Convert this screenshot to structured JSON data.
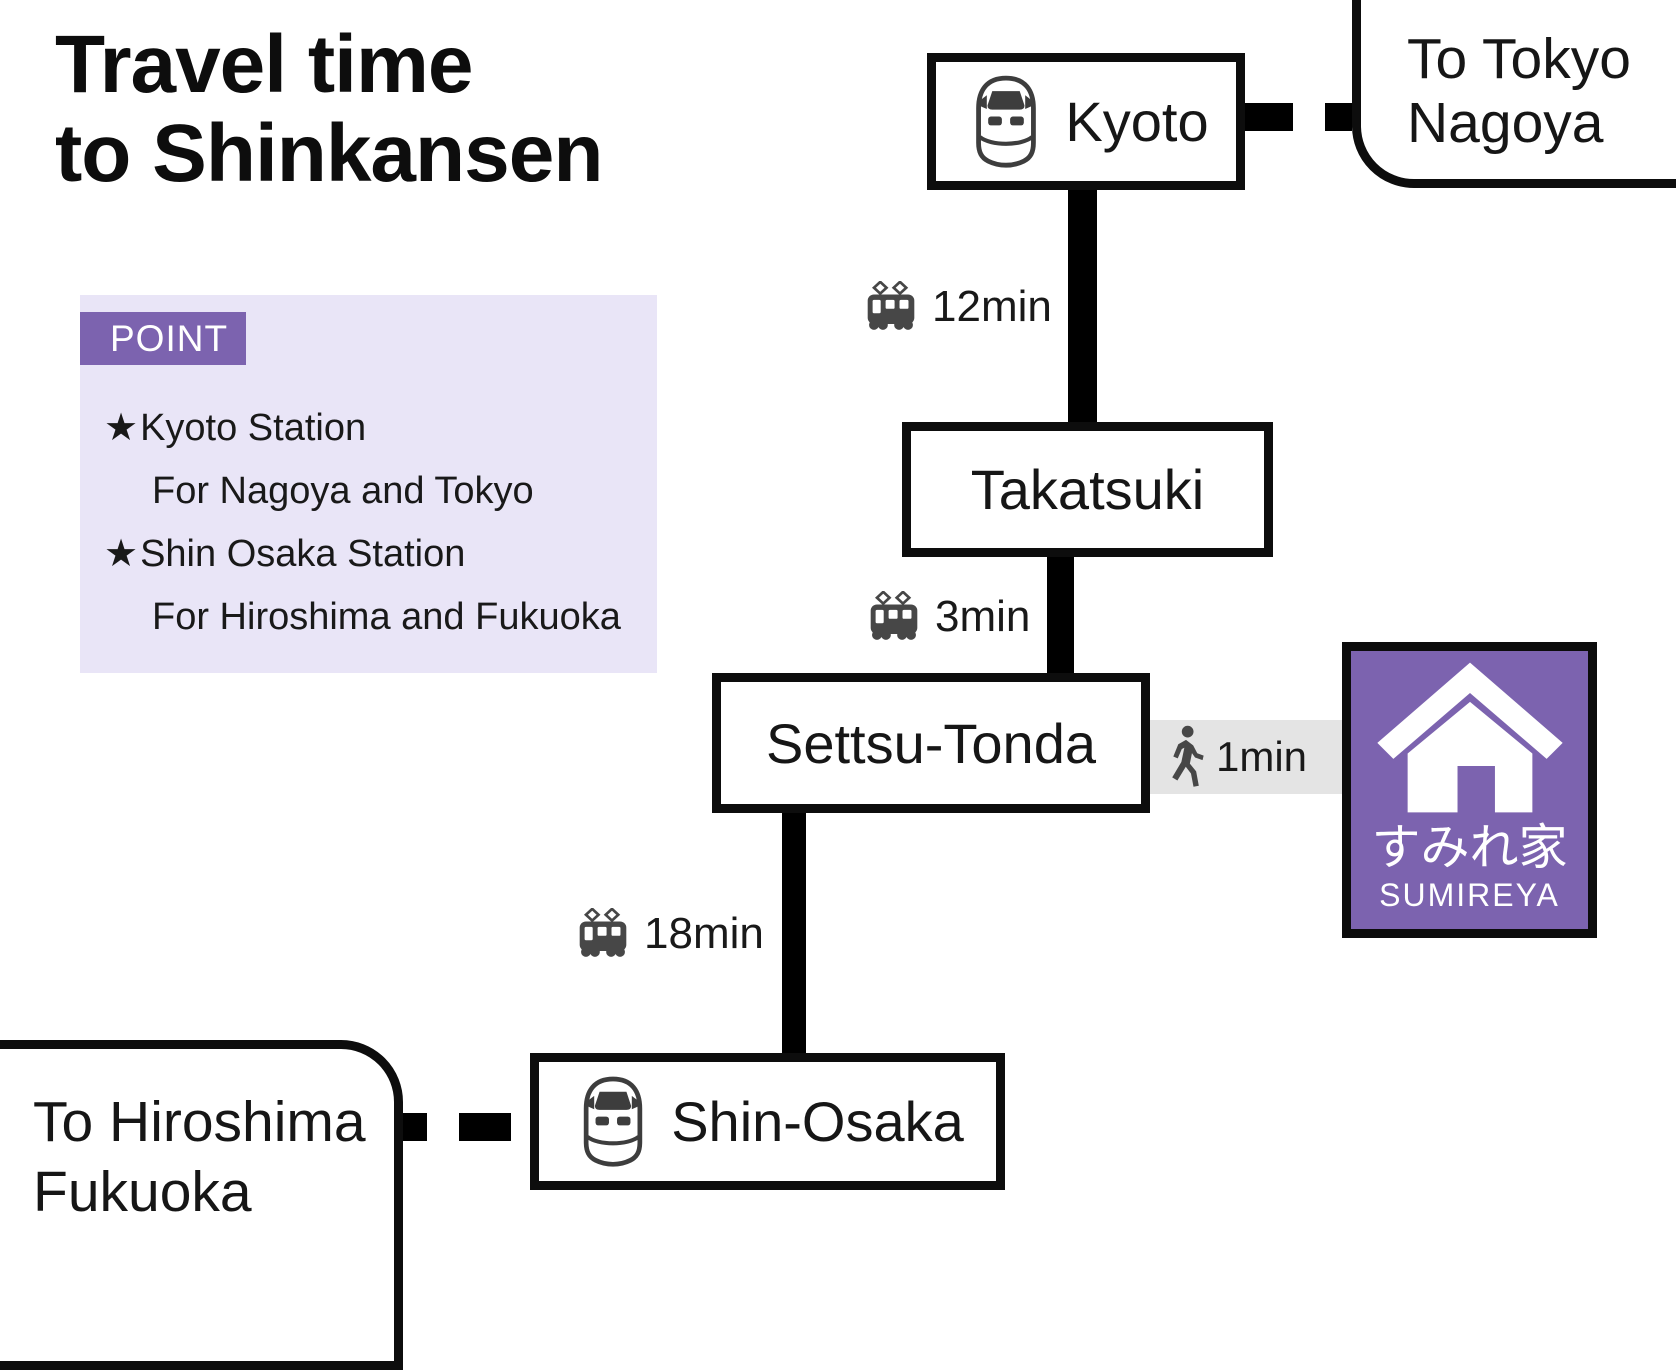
{
  "title": {
    "line1": "Travel time",
    "line2": "to Shinkansen"
  },
  "point_panel": {
    "header": "POINT",
    "items": [
      {
        "prefix": "★",
        "label": "Kyoto Station"
      },
      {
        "prefix": "",
        "label": "For Nagoya and Tokyo"
      },
      {
        "prefix": "★",
        "label": "Shin Osaka Station"
      },
      {
        "prefix": "",
        "label": "For Hiroshima and Fukuoka"
      }
    ]
  },
  "stations": {
    "kyoto": "Kyoto",
    "takatsuki": "Takatsuki",
    "settsu_tonda": "Settsu-Tonda",
    "shin_osaka": "Shin-Osaka"
  },
  "terminals": {
    "tokyo": {
      "line1": "To Tokyo",
      "line2": "Nagoya"
    },
    "hiroshima": {
      "line1": "To Hiroshima",
      "line2": "Fukuoka"
    }
  },
  "segments": {
    "kyoto_takatsuki": "12min",
    "takatsuki_settsu": "3min",
    "settsu_shinosaka": "18min",
    "walk_to_sumireya": "1min"
  },
  "destination": {
    "name_jp": "すみれ家",
    "name_en": "SUMIREYA"
  },
  "icons": {
    "shinkansen": "shinkansen-icon",
    "local_train": "local-train-icon",
    "walking": "walking-person-icon",
    "house": "house-icon",
    "star": "star-icon"
  },
  "colors": {
    "purple": "#7c63af",
    "lavender": "#e9e5f7",
    "walk_band_gray": "#e4e4e4",
    "icon_gray": "#474747",
    "ink": "#0d0d0d"
  }
}
